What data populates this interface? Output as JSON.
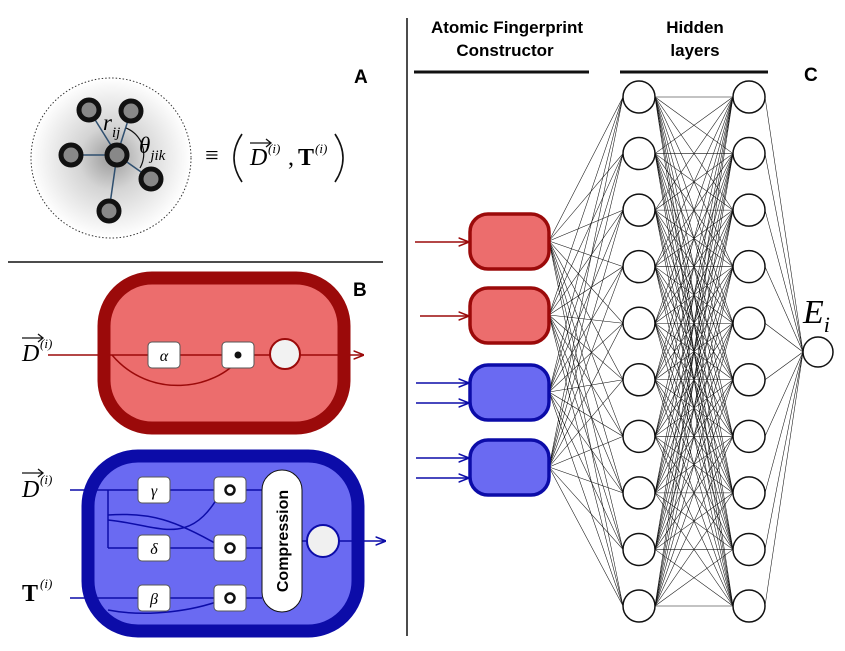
{
  "panels": {
    "a": {
      "label": "A"
    },
    "b": {
      "label": "B"
    },
    "c": {
      "label": "C"
    }
  },
  "panel_a": {
    "r_base": "r",
    "r_sub": "ij",
    "theta_base": "θ",
    "theta_sub": "jik",
    "equiv": "≡",
    "D_sup": "(i)",
    "T_base": "T",
    "T_sup": "(i)",
    "comma": ","
  },
  "panel_b": {
    "red_input_base": "D",
    "red_input_sup": "(i)",
    "alpha": "α",
    "dot_op": "•",
    "blue_input_d_base": "D",
    "blue_input_d_sup": "(i)",
    "blue_input_t_base": "T",
    "blue_input_t_sup": "(i)",
    "gamma": "γ",
    "delta": "δ",
    "beta": "β",
    "compression": "Compression"
  },
  "panel_c": {
    "title_constructor_line1": "Atomic Fingerprint",
    "title_constructor_line2": "Constructor",
    "title_hidden_line1": "Hidden",
    "title_hidden_line2": "layers",
    "output_base": "E",
    "output_sub": "i"
  },
  "colors": {
    "red_dark": "#9b0a0a",
    "red_fill": "#ec6d6d",
    "blue_dark": "#0c0ca8",
    "blue_fill": "#6a6af2"
  }
}
